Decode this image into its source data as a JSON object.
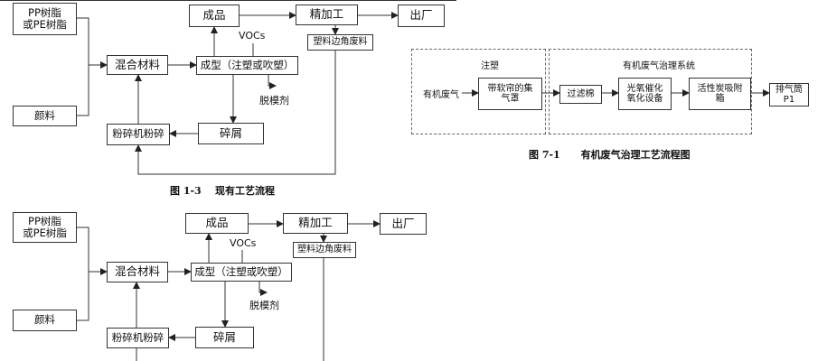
{
  "flow_1_3": {
    "raw_material": "PP树脂\n或PE树脂",
    "pigment": "颜料",
    "mixing": "混合材料",
    "molding": "成型（注塑或吹塑）",
    "product": "成品",
    "finishing": "精加工",
    "shipping": "出厂",
    "vocs": "VOCs",
    "release_agent": "脱模剂",
    "scrap": "碎屑",
    "trim_waste": "塑料边角废料",
    "crusher": "粉碎机粉碎",
    "caption": "图 1-3    现有工艺流程"
  },
  "flow_7_1": {
    "group_injection": "注塑",
    "group_treatment": "有机废气治理系统",
    "source": "有机废气",
    "hood": "带软帘的集\n气罩",
    "filter": "过滤棉",
    "uv": "光氧催化\n氧化设备",
    "carbon": "活性炭吸附\n箱",
    "stack": "排气筒\nP1",
    "caption": "图 7-1      有机废气治理工艺流程图"
  },
  "flow_repeat": {
    "raw_material": "PP树脂\n或PE树脂",
    "pigment": "颜料",
    "mixing": "混合材料",
    "molding": "成型（注塑或吹塑）",
    "product": "成品",
    "finishing": "精加工",
    "shipping": "出厂",
    "vocs": "VOCs",
    "release_agent": "脱模剂",
    "scrap": "碎屑",
    "trim_waste": "塑料边角废料",
    "crusher": "粉碎机粉碎"
  }
}
